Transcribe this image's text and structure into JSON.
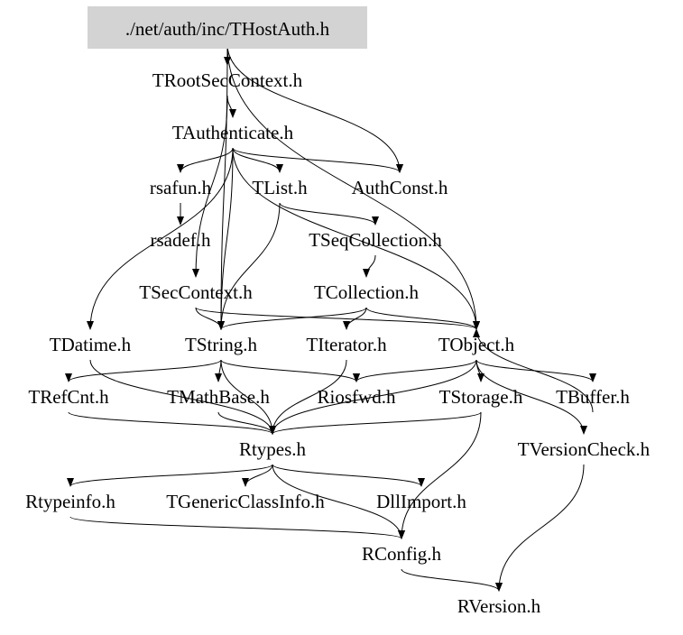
{
  "root": "./net/auth/inc/THostAuth.h",
  "root_fill": "#d3d3d3",
  "nodes": [
    {
      "id": "THostAuth",
      "label": "./net/auth/inc/THostAuth.h"
    },
    {
      "id": "TRootSecContext",
      "label": "TRootSecContext.h"
    },
    {
      "id": "TAuthenticate",
      "label": "TAuthenticate.h"
    },
    {
      "id": "rsafun",
      "label": "rsafun.h"
    },
    {
      "id": "TList",
      "label": "TList.h"
    },
    {
      "id": "AuthConst",
      "label": "AuthConst.h"
    },
    {
      "id": "rsadef",
      "label": "rsadef.h"
    },
    {
      "id": "TSeqCollection",
      "label": "TSeqCollection.h"
    },
    {
      "id": "TSecContext",
      "label": "TSecContext.h"
    },
    {
      "id": "TCollection",
      "label": "TCollection.h"
    },
    {
      "id": "TDatime",
      "label": "TDatime.h"
    },
    {
      "id": "TString",
      "label": "TString.h"
    },
    {
      "id": "TIterator",
      "label": "TIterator.h"
    },
    {
      "id": "TObject",
      "label": "TObject.h"
    },
    {
      "id": "TRefCnt",
      "label": "TRefCnt.h"
    },
    {
      "id": "TMathBase",
      "label": "TMathBase.h"
    },
    {
      "id": "Riosfwd",
      "label": "Riosfwd.h"
    },
    {
      "id": "TStorage",
      "label": "TStorage.h"
    },
    {
      "id": "TBuffer",
      "label": "TBuffer.h"
    },
    {
      "id": "Rtypes",
      "label": "Rtypes.h"
    },
    {
      "id": "TVersionCheck",
      "label": "TVersionCheck.h"
    },
    {
      "id": "Rtypeinfo",
      "label": "Rtypeinfo.h"
    },
    {
      "id": "TGenericClassInfo",
      "label": "TGenericClassInfo.h"
    },
    {
      "id": "DllImport",
      "label": "DllImport.h"
    },
    {
      "id": "RConfig",
      "label": "RConfig.h"
    },
    {
      "id": "RVersion",
      "label": "RVersion.h"
    }
  ],
  "edges": [
    [
      "THostAuth",
      "TRootSecContext"
    ],
    [
      "THostAuth",
      "AuthConst"
    ],
    [
      "THostAuth",
      "TObject"
    ],
    [
      "THostAuth",
      "TString"
    ],
    [
      "TRootSecContext",
      "TAuthenticate"
    ],
    [
      "TRootSecContext",
      "TSecContext"
    ],
    [
      "TAuthenticate",
      "rsafun"
    ],
    [
      "TAuthenticate",
      "TList"
    ],
    [
      "TAuthenticate",
      "AuthConst"
    ],
    [
      "TAuthenticate",
      "TDatime"
    ],
    [
      "TAuthenticate",
      "TObject"
    ],
    [
      "TAuthenticate",
      "TString"
    ],
    [
      "rsafun",
      "rsadef"
    ],
    [
      "TList",
      "TSeqCollection"
    ],
    [
      "TList",
      "TString"
    ],
    [
      "TSeqCollection",
      "TCollection"
    ],
    [
      "TSecContext",
      "TString"
    ],
    [
      "TSecContext",
      "TObject"
    ],
    [
      "TCollection",
      "TObject"
    ],
    [
      "TCollection",
      "TIterator"
    ],
    [
      "TCollection",
      "TString"
    ],
    [
      "TDatime",
      "Rtypes"
    ],
    [
      "TString",
      "TRefCnt"
    ],
    [
      "TString",
      "TMathBase"
    ],
    [
      "TString",
      "Riosfwd"
    ],
    [
      "TString",
      "Rtypes"
    ],
    [
      "TIterator",
      "Rtypes"
    ],
    [
      "TObject",
      "Riosfwd"
    ],
    [
      "TObject",
      "TStorage"
    ],
    [
      "TObject",
      "TBuffer"
    ],
    [
      "TObject",
      "Rtypes"
    ],
    [
      "TObject",
      "TVersionCheck"
    ],
    [
      "TRefCnt",
      "Rtypes"
    ],
    [
      "TMathBase",
      "Rtypes"
    ],
    [
      "TStorage",
      "Rtypes"
    ],
    [
      "TStorage",
      "RConfig"
    ],
    [
      "TBuffer",
      "TObject"
    ],
    [
      "Rtypes",
      "Rtypeinfo"
    ],
    [
      "Rtypes",
      "TGenericClassInfo"
    ],
    [
      "Rtypes",
      "DllImport"
    ],
    [
      "Rtypes",
      "RConfig"
    ],
    [
      "Rtypeinfo",
      "RConfig"
    ],
    [
      "RConfig",
      "RVersion"
    ],
    [
      "TVersionCheck",
      "RVersion"
    ]
  ]
}
